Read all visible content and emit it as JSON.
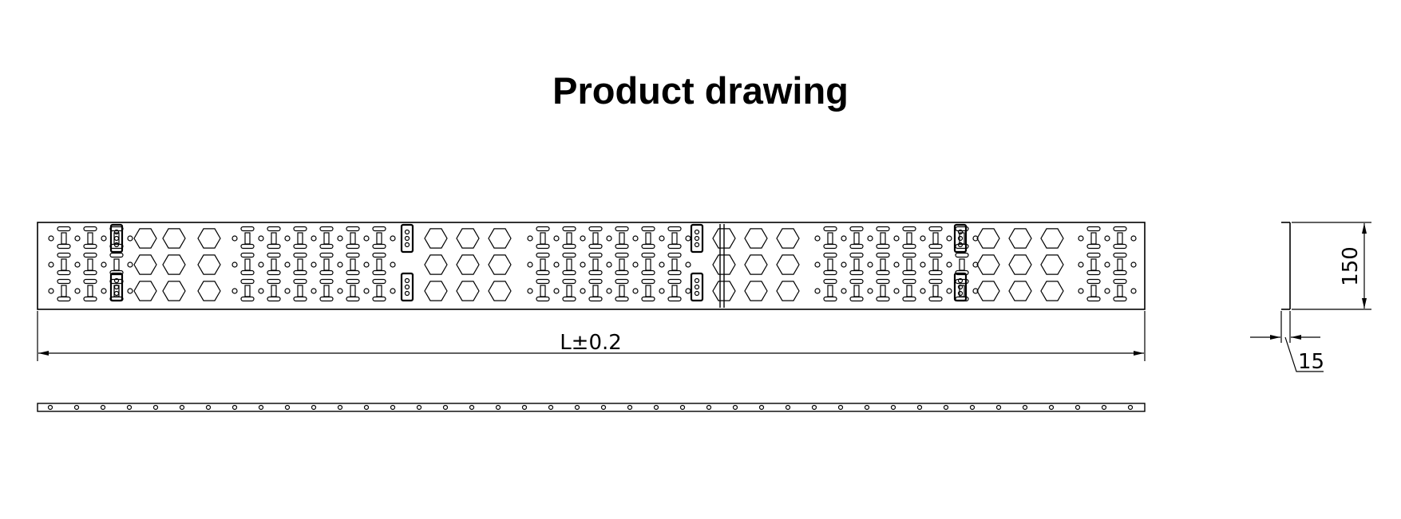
{
  "title": "Product drawing",
  "dimensions": {
    "length_label": "L±0.2",
    "height_label": "150",
    "thickness_label": "15"
  }
}
